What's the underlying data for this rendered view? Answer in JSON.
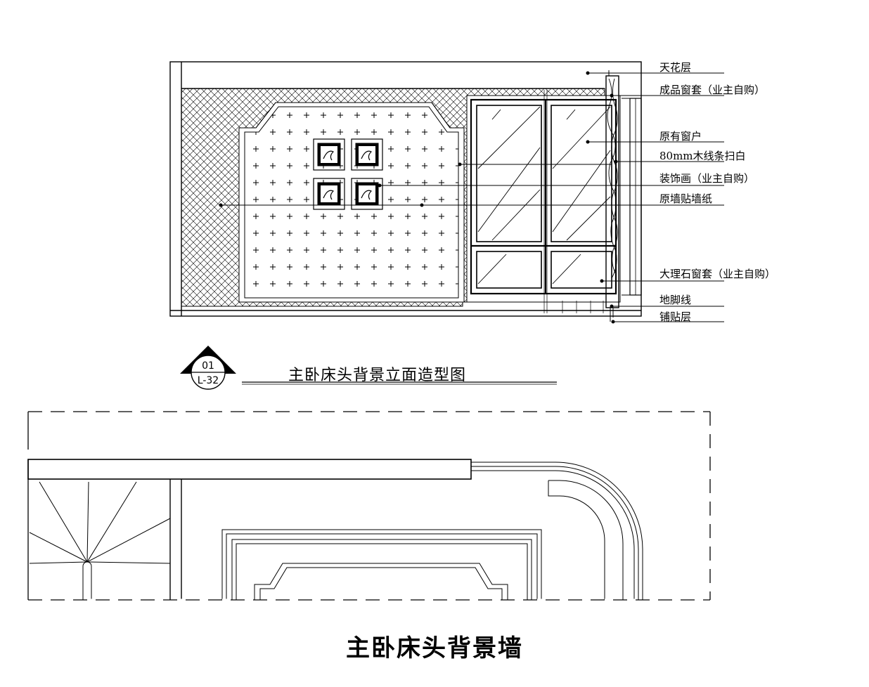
{
  "annotations": [
    {
      "key": "ceiling",
      "text": "天花层"
    },
    {
      "key": "window_trim",
      "text": "成品窗套（业主自购）"
    },
    {
      "key": "window",
      "text": "原有窗户"
    },
    {
      "key": "wood_strip",
      "text": "80mm木线条扫白"
    },
    {
      "key": "painting",
      "text": "装饰画（业主自购）"
    },
    {
      "key": "wallpaper",
      "text": "原墙贴墙纸"
    },
    {
      "key": "marble_trim",
      "text": "大理石窗套（业主自购）"
    },
    {
      "key": "skirting",
      "text": "地脚线"
    },
    {
      "key": "tiling",
      "text": "铺贴层"
    }
  ],
  "elevation_title": "主卧床头背景立面造型图",
  "section_tag": {
    "number": "01",
    "sheet": "L-32"
  },
  "caption": "主卧床头背景墙",
  "colors": {
    "line": "#000000",
    "background": "#ffffff"
  }
}
